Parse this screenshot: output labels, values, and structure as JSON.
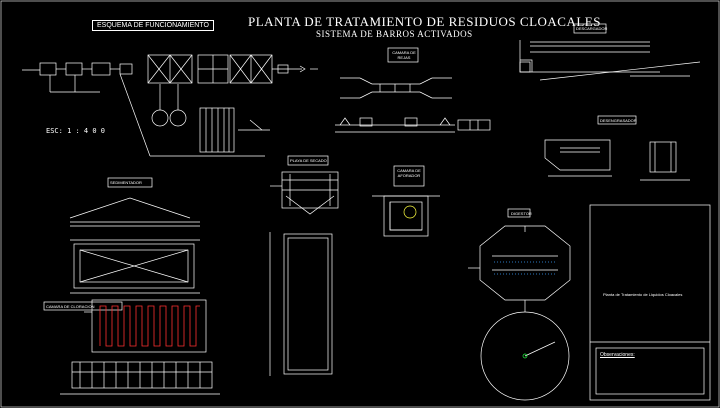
{
  "drawing": {
    "title": "PLANTA DE TRATAMIENTO DE RESIDUOS CLOACALES",
    "subtitle": "SISTEMA DE BARROS ACTIVADOS"
  },
  "labels": {
    "esquema": "ESQUEMA DE FUNCIONAMIENTO",
    "escala": "ESC: 1 : 4 0 0",
    "camara_rejas": "CAMARA DE REJAS",
    "descargador": "DESCARGADOR",
    "desengrasador": "DESENGRASADOR",
    "playa_secado": "PLAYA DE SECADO",
    "sedimentador": "SEDIMENTADOR",
    "camara_aforador": "CAMARA DE AFORADOR",
    "digestor": "DIGESTOR",
    "camara_cloracion": "CAMARA DE CLORACION",
    "title_block": "Planta de Tratamiento de Liquidos Cloacales",
    "observaciones": "Observaciones:"
  },
  "colors": {
    "background": "#000000",
    "lines": "#ffffff",
    "accent_red": "#ff2020",
    "accent_green": "#20ff40",
    "accent_blue": "#3aa0ff",
    "accent_yellow": "#ffff40"
  }
}
